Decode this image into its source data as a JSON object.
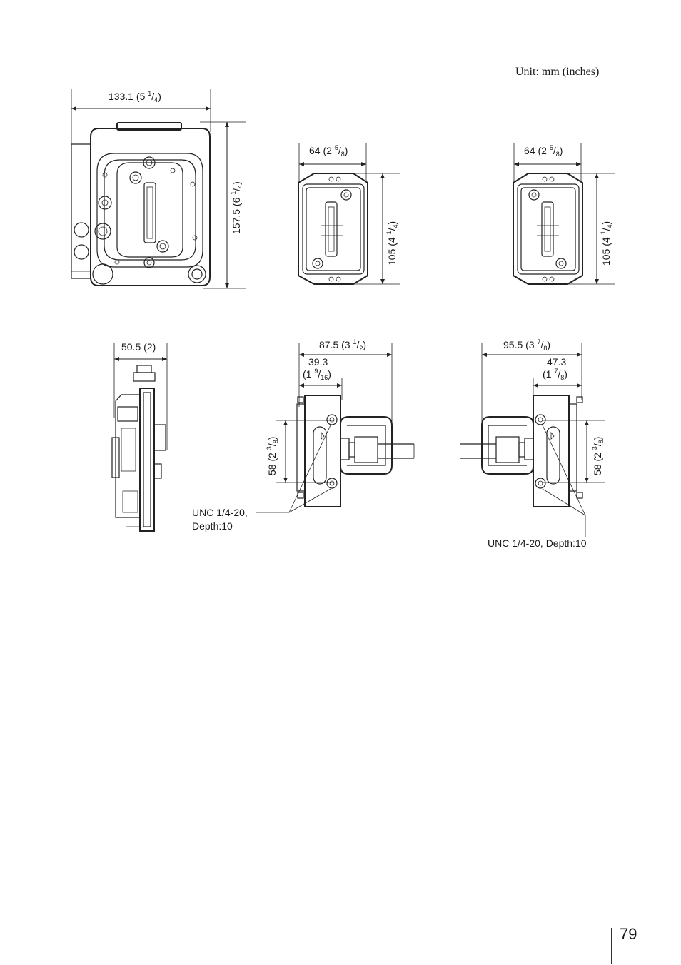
{
  "unit_label": "Unit: mm (inches)",
  "page_number": "79",
  "dimensions": {
    "front_width": {
      "whole": "133.1 (5 ",
      "num": "1",
      "den": "4",
      "close": ")"
    },
    "front_height": {
      "whole": "157.5 (6 ",
      "num": "1",
      "den": "4",
      "close": ")"
    },
    "mid_width": {
      "whole": "64 (2 ",
      "num": "5",
      "den": "8",
      "close": ")"
    },
    "mid_height": {
      "whole": "105 (4 ",
      "num": "1",
      "den": "4",
      "close": ")"
    },
    "right_width": {
      "whole": "64 (2 ",
      "num": "5",
      "den": "8",
      "close": ")"
    },
    "right_height": {
      "whole": "105 (4 ",
      "num": "1",
      "den": "4",
      "close": ")"
    },
    "side_depth": "50.5 (2)",
    "mid_side_depth": {
      "whole": "87.5 (3 ",
      "num": "1",
      "den": "2",
      "close": ")"
    },
    "mid_side_inner_line1": "39.3",
    "mid_side_inner": {
      "whole": "(1 ",
      "num": "9",
      "den": "16",
      "close": ")"
    },
    "mid_side_height": {
      "whole": "58 (2 ",
      "num": "3",
      "den": "8",
      "close": ")"
    },
    "right_side_depth": {
      "whole": "95.5 (3 ",
      "num": "7",
      "den": "8",
      "close": ")"
    },
    "right_side_inner_line1": "47.3",
    "right_side_inner": {
      "whole": "(1 ",
      "num": "7",
      "den": "8",
      "close": ")"
    },
    "right_side_height": {
      "whole": "58 (2 ",
      "num": "3",
      "den": "8",
      "close": ")"
    }
  },
  "callouts": {
    "left_line1": "UNC 1/4-20,",
    "left_line2": "Depth:10",
    "right": "UNC 1/4-20, Depth:10"
  }
}
